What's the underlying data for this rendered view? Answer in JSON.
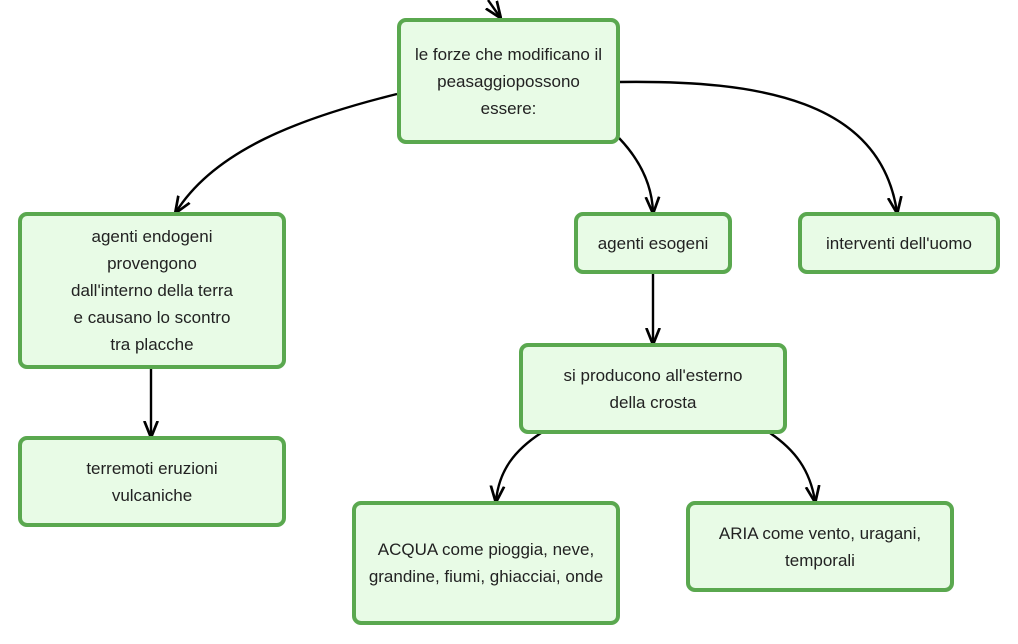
{
  "colors": {
    "node_fill": "#e8fbe6",
    "node_border": "#5aa84f",
    "edge": "#000000",
    "text": "#222222"
  },
  "nodes": {
    "root": "le forze che modificano il peasaggiopossono essere:",
    "endogeni": "agenti endogeni provengono dall'interno della terra e causano lo scontro tra placche",
    "esogeni": "agenti esogeni",
    "uomo": "interventi dell'uomo",
    "terremoti": "terremoti eruzioni vulcaniche",
    "esterno": "si producono all'esterno della crosta",
    "acqua": "ACQUA come pioggia, neve, grandine, fiumi, ghiacciai, onde",
    "aria": "ARIA come vento, uragani, temporali"
  }
}
